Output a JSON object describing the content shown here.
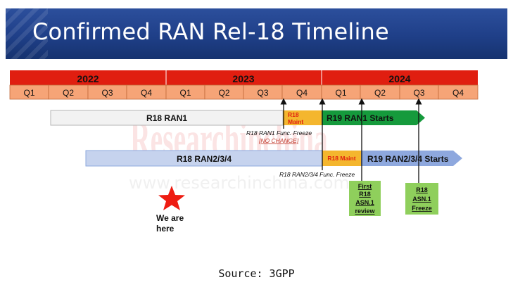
{
  "title": "Confirmed RAN Rel-18 Timeline",
  "years": [
    "2022",
    "2023",
    "2024"
  ],
  "quarters": [
    "Q1",
    "Q2",
    "Q3",
    "Q4",
    "Q1",
    "Q2",
    "Q3",
    "Q4",
    "Q1",
    "Q2",
    "Q3",
    "Q4"
  ],
  "row1": {
    "main": "R18 RAN1",
    "maint_line1": "R18",
    "maint_line2": "Maint",
    "next": "R19 RAN1 Starts",
    "freeze_label": "R18 RAN1 Func. Freeze",
    "freeze_note": "[NO CHANGE]"
  },
  "row2": {
    "main": "R18 RAN2/3/4",
    "maint": "R18 Maint",
    "next": "R19 RAN2/3/4 Starts",
    "freeze_label": "R18 RAN2/3/4 Func. Freeze"
  },
  "box1": {
    "lines": [
      "First",
      "R18",
      "ASN.1",
      "review"
    ]
  },
  "box2": {
    "lines": [
      "R18",
      "ASN.1",
      "Freeze"
    ]
  },
  "marker": {
    "line1": "We are",
    "line2": "here"
  },
  "watermark": {
    "main": "Researchinchina",
    "url": "www.researchinchina.com"
  },
  "source": "Source: 3GPP",
  "colors": {
    "title_bg": "#1f3f88",
    "year_bar": "#e01e10",
    "quarter_cell": "#f6a477",
    "ran1_bar": "#f2f2f2",
    "ran234_bar": "#c6d3ee",
    "maint": "#f4b62e",
    "r19_ran1": "#159a3c",
    "r19_ran234": "#8ea8de",
    "milestone_box": "#8fcf5c",
    "star": "#ee1c12",
    "no_change": "#c0392b"
  }
}
